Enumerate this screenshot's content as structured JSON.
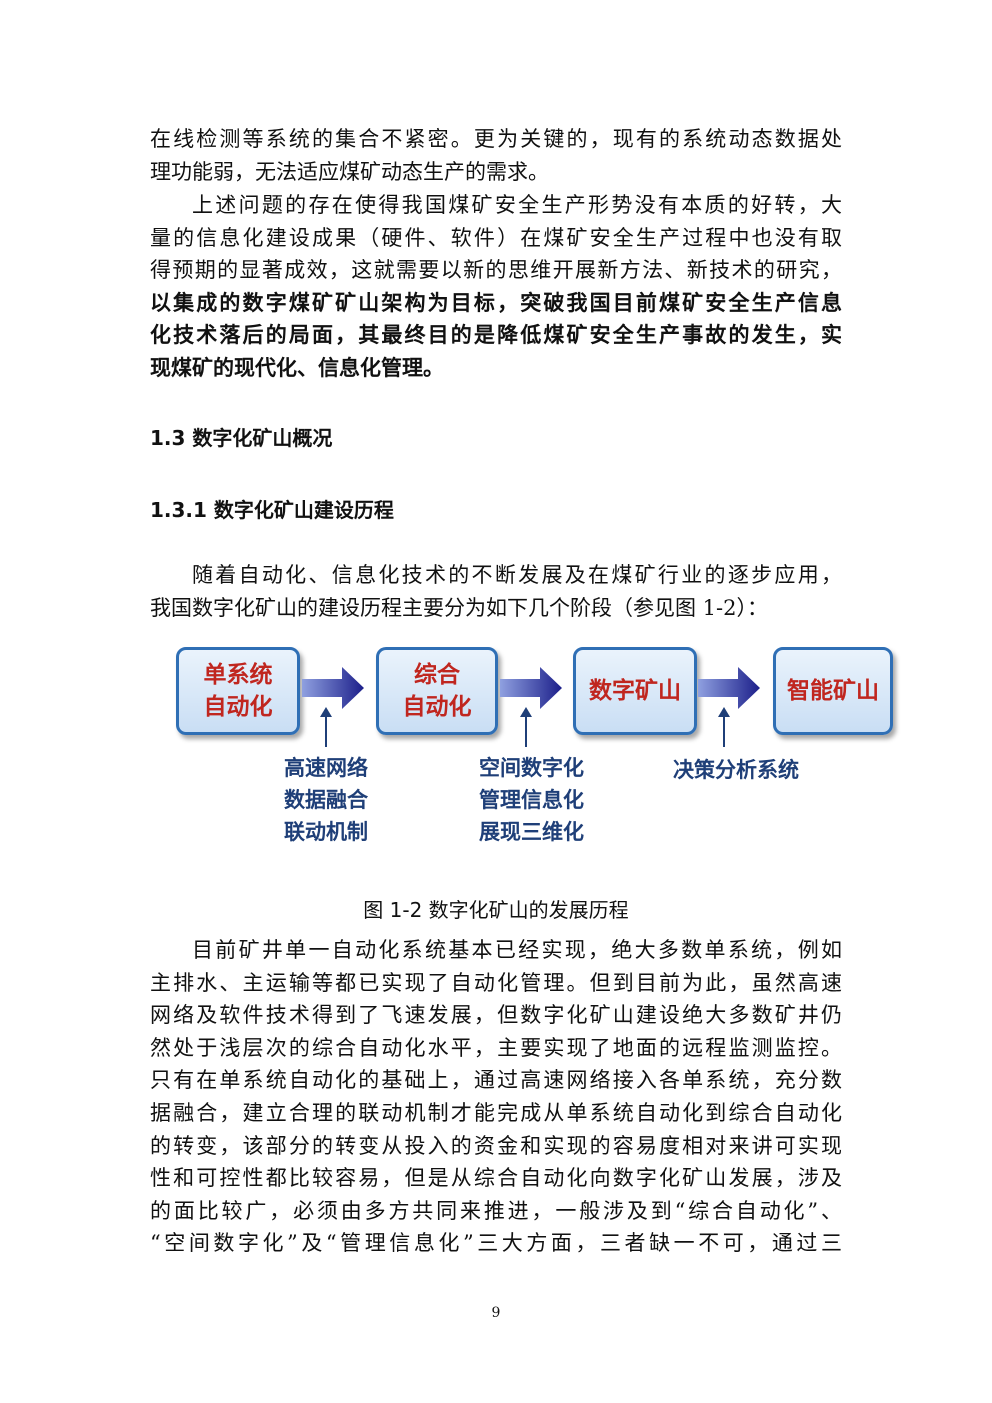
{
  "para1": {
    "lines": [
      "在线检测等系统的集合不紧密。更为关键的，现有的系统动态数据处",
      "理功能弱，无法适应煤矿动态生产的需求。"
    ]
  },
  "para2": {
    "lines": [
      "上述问题的存在使得我国煤矿安全生产形势没有本质的好转，大",
      "量的信息化建设成果（硬件、软件）在煤矿安全生产过程中也没有取",
      "得预期的显著成效，这就需要以新的思维开展新方法、新技术的研究，"
    ],
    "bold_lines": [
      "以集成的数字煤矿矿山架构为目标，突破我国目前煤矿安全生产信息",
      "化技术落后的局面，其最终目的是降低煤矿安全生产事故的发生，实",
      "现煤矿的现代化、信息化管理。"
    ]
  },
  "heading_1_3": "1.3 数字化矿山概况",
  "heading_1_3_1": "1.3.1  数字化矿山建设历程",
  "para3": {
    "lines": [
      "随着自动化、信息化技术的不断发展及在煤矿行业的逐步应用，",
      "我国数字化矿山的建设历程主要分为如下几个阶段（参见图 1-2）："
    ]
  },
  "figure": {
    "stages": [
      {
        "lines": [
          "单系统",
          "自动化"
        ]
      },
      {
        "lines": [
          "综合",
          "自动化"
        ]
      },
      {
        "lines": [
          "数字矿山"
        ]
      },
      {
        "lines": [
          "智能矿山"
        ]
      }
    ],
    "labels": [
      {
        "lines": [
          "高速网络",
          "数据融合",
          "联动机制"
        ]
      },
      {
        "lines": [
          "空间数字化",
          "管理信息化",
          "展现三维化"
        ]
      },
      {
        "lines": [
          "决策分析系统"
        ]
      }
    ],
    "caption": "图 1-2  数字化矿山的发展历程",
    "colors": {
      "stage_text": "#c0261f",
      "stage_border": "#2f6fb5",
      "arrow": "#2a2fa0",
      "label_text": "#1f3f78"
    }
  },
  "para4": {
    "lines": [
      "目前矿井单一自动化系统基本已经实现，绝大多数单系统，例如",
      "主排水、主运输等都已实现了自动化管理。但到目前为此，虽然高速",
      "网络及软件技术得到了飞速发展，但数字化矿山建设绝大多数矿井仍",
      "然处于浅层次的综合自动化水平，主要实现了地面的远程监测监控。",
      "只有在单系统自动化的基础上，通过高速网络接入各单系统，充分数",
      "据融合，建立合理的联动机制才能完成从单系统自动化到综合自动化",
      "的转变，该部分的转变从投入的资金和实现的容易度相对来讲可实现",
      "性和可控性都比较容易，但是从综合自动化向数字化矿山发展，涉及",
      "的面比较广，必须由多方共同来推进，一般涉及到“综合自动化”、",
      "“空间数字化”及“管理信息化”三大方面，三者缺一不可，通过三"
    ]
  },
  "page_number": "9"
}
